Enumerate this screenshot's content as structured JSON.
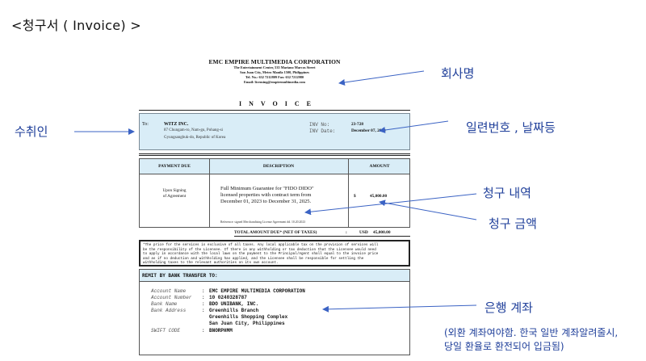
{
  "heading": "<청구서 ( Invoice) >",
  "company": {
    "name": "EMC EMPIRE MULTIMEDIA CORPORATION",
    "lines": [
      "The Entertainment Center, 535 Mariano Marcos Street",
      "San Juan City, Metro Manila 1500, Philippines",
      "Tel. No.: 632 7212809 Fax: 632 7212980",
      "Email: licensing@empiremultimedia.com"
    ]
  },
  "invoice_title": "INVOICE",
  "to": {
    "label": "To:",
    "name": "WITZ INC.",
    "address": [
      "87 Chungam-ro, Nam-gu, Pohang-si",
      "Gyungsangbuk-do, Republic of Korea"
    ],
    "inv_no_label": "INV No:",
    "inv_no": "23-728",
    "inv_date_label": "INV Date:",
    "inv_date": "December 07, 2023"
  },
  "charges": {
    "headers": [
      "PAYMENT DUE",
      "DESCRIPTION",
      "AMOUNT"
    ],
    "payment_due": [
      "Upon Signing",
      "of Agreement"
    ],
    "description": [
      "Full Minimum Guarantee for \"FIDO DIDO\"",
      "licensed properties with contract term from",
      "December 01, 2023 to December 31, 2025."
    ],
    "reference": "Reference: signed Merchandising License Agreement dd. 10.20.2023",
    "currency_symbol": "$",
    "amount": "45,000.00",
    "total_label": "TOTAL AMOUNT DUE* (NET OF TAXES)",
    "total_colon": ":",
    "total_currency": "USD",
    "total_amount": "45,000.00"
  },
  "notice": [
    "*The price for the services is exclusive of all taxes. Any local applicable tax on the provision of services will",
    "be the responsibility of the Licensee. If there is any withholding or tax deduction that the Licensee would need",
    "to apply in accordance with the local laws on the payment to the Principal/Agent shall equal to the invoice price",
    "and as if no deduction and withholding has applied, and the Licensee shall be responsible for settling the",
    "withholding taxes to the relevant authorities on its own account."
  ],
  "remit": {
    "title": "REMIT BY BANK TRANSFER TO:",
    "rows": [
      {
        "label": "Account Name",
        "value": "EMC EMPIRE MULTIMEDIA CORPORATION"
      },
      {
        "label": "Account Number",
        "value": "10 0240328787"
      },
      {
        "label": "Bank Name",
        "value": "BDO UNIBANK, INC."
      },
      {
        "label": "Bank Address",
        "value": "Greenhills Branch"
      },
      {
        "label": "",
        "value": "Greenhills Shopping Complex"
      },
      {
        "label": "",
        "value": "San Juan City, Philippines"
      },
      {
        "label": "SWIFT CODE",
        "value": "BNORPHMM"
      }
    ]
  },
  "annotations": {
    "company_name": "회사명",
    "recipient": "수취인",
    "serial_date": "일련번호 , 날짜등",
    "billing_details": "청구 내역",
    "billing_amount": "청구 금액",
    "bank_account": "은행 계좌",
    "bank_note": [
      "(외환 계좌여야함. 한국 일반 계좌알려줄시,",
      "당일 환율로 환전되어 입금됨)"
    ],
    "arrow_color": "#3b63c4",
    "text_color": "#1f3f9a"
  }
}
